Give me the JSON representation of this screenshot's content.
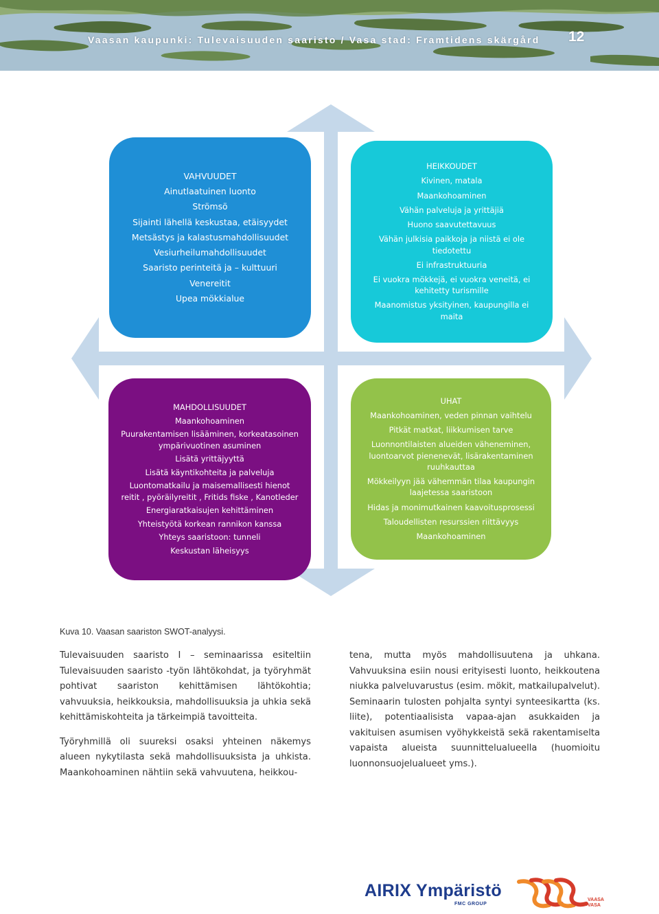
{
  "header": {
    "title": "Vaasan kaupunki: Tulevaisuuden saaristo / Vasa stad: Framtidens skärgård",
    "page_number": "12"
  },
  "swot": {
    "strengths": {
      "color": "#1f8fd6",
      "lines": [
        "VAHVUUDET",
        "Ainutlaatuinen luonto",
        "Strömsö",
        "Sijainti lähellä keskustaa, etäisyydet",
        "Metsästys ja kalastusmahdollisuudet",
        "Vesiurheilumahdollisuudet",
        "Saaristo perinteitä ja – kulttuuri",
        "Venereitit",
        "Upea mökkialue"
      ]
    },
    "weaknesses": {
      "color": "#17c9d9",
      "lines": [
        "HEIKKOUDET",
        "Kivinen, matala",
        "Maankohoaminen",
        "Vähän palveluja ja yrittäjiä",
        "Huono saavutettavuus",
        "Vähän julkisia paikkoja ja niistä ei ole tiedotettu",
        "Ei infrastruktuuria",
        "Ei vuokra mökkejä, ei vuokra veneitä, ei kehitetty turismille",
        "Maanomistus yksityinen, kaupungilla ei maita"
      ]
    },
    "opportunities": {
      "color": "#7b0f82",
      "lines": [
        "MAHDOLLISUUDET",
        "Maankohoaminen",
        "Puurakentamisen lisääminen, korkeatasoinen ympärivuotinen asuminen",
        "Lisätä yrittäjyyttä",
        "Lisätä käyntikohteita ja palveluja",
        "Luontomatkailu ja maisemallisesti hienot reitit , pyöräilyreitit , Fritids fiske , Kanotleder",
        "Energiaratkaisujen kehittäminen",
        "Yhteistyötä korkean rannikon kanssa",
        "Yhteys saaristoon: tunneli",
        "Keskustan läheisyys"
      ]
    },
    "threats": {
      "color": "#93c24a",
      "lines": [
        "UHAT",
        "Maankohoaminen, veden pinnan vaihtelu",
        "Pitkät matkat, liikkumisen tarve",
        "Luonnontilaisten alueiden väheneminen, luontoarvot pienenevät, lisärakentaminen ruuhkauttaa",
        "Mökkeilyyn jää vähemmän tilaa kaupungin laajetessa saaristoon",
        "Hidas ja monimutkainen kaavoitusprosessi",
        "Taloudellisten resurssien riittävyys",
        "Maankohoaminen"
      ]
    }
  },
  "caption": "Kuva 10. Vaasan saariston SWOT-analyysi.",
  "body": {
    "left_paragraphs": [
      "Tulevaisuuden saaristo I – seminaarissa esiteltiin Tulevaisuuden saaristo -työn lähtökohdat, ja työryhmät pohtivat saariston kehittämisen lähtökohtia; vahvuuksia, heikkouksia, mahdollisuuksia ja uhkia sekä kehittämiskohteita ja tärkeimpiä tavoitteita.",
      "Työryhmillä oli suureksi osaksi yhteinen näkemys alueen nykytilasta sekä mahdollisuuksista ja uhkista. Maankohoaminen nähtiin sekä vahvuutena, heikkou-"
    ],
    "right_paragraphs": [
      "tena, mutta myös mahdollisuutena ja uhkana. Vahvuuksina esiin nousi erityisesti luonto, heikkoutena niukka palveluvarustus (esim. mökit, matkailupalvelut). Seminaarin tulosten pohjalta syntyi synteesikartta (ks. liite), potentiaalisista vapaa-ajan asukkaiden ja vakituisen asumisen vyöhykkeistä sekä rakentamiselta vapaista alueista suunnittelualueella (huomioitu luonnonsuojelualueet yms.)."
    ]
  },
  "logos": {
    "airix_name": "AIRIX Ympäristö",
    "airix_sub": "FMC GROUP",
    "vaasa_text_fi": "VAASA",
    "vaasa_text_sv": "VASA"
  },
  "colors": {
    "axis": "#c5d8ea",
    "header_text": "#ffffff",
    "airix_blue": "#1e3c8c",
    "vaasa_red": "#d53b2a",
    "vaasa_orange": "#f08a2a"
  }
}
